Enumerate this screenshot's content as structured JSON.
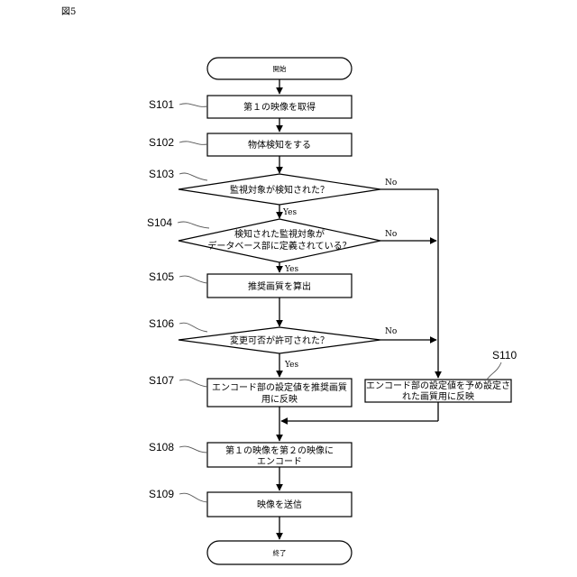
{
  "figure_label": "図5",
  "nodes": {
    "start": "開始",
    "s101": "第１の映像を取得",
    "s102": "物体検知をする",
    "s103": "監視対象が検知された？",
    "s104_l1": "検知された監視対象が",
    "s104_l2": "データベース部に定義されている？",
    "s105": "推奨画質を算出",
    "s106": "変更可否が許可された？",
    "s107_l1": "エンコード部の設定値を推奨画質",
    "s107_l2": "用に反映",
    "s110_l1": "エンコード部の設定値を予め設定さ",
    "s110_l2": "れた画質用に反映",
    "s108_l1": "第１の映像を第２の映像に",
    "s108_l2": "エンコード",
    "s109": "映像を送信",
    "end": "終了"
  },
  "step_labels": {
    "s101": "S101",
    "s102": "S102",
    "s103": "S103",
    "s104": "S104",
    "s105": "S105",
    "s106": "S106",
    "s107": "S107",
    "s108": "S108",
    "s109": "S109",
    "s110": "S110"
  },
  "branch_labels": {
    "s103_no": "No",
    "s103_yes": "Yes",
    "s104_no": "No",
    "s104_yes": "Yes",
    "s106_no": "No",
    "s106_yes": "Yes"
  }
}
